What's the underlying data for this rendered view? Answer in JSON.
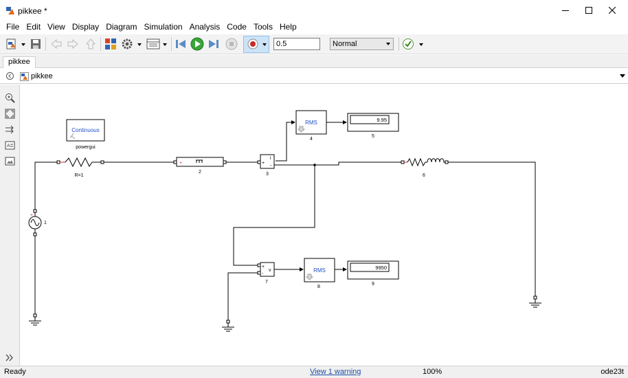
{
  "window": {
    "title": "pikkee *"
  },
  "menu": [
    "File",
    "Edit",
    "View",
    "Display",
    "Diagram",
    "Simulation",
    "Analysis",
    "Code",
    "Tools",
    "Help"
  ],
  "toolbar": {
    "stop_time": "0.5",
    "sim_mode": "Normal"
  },
  "tab": {
    "label": "pikkee"
  },
  "breadcrumb": {
    "label": "pikkee"
  },
  "diagram": {
    "powergui": {
      "text": "Continuous",
      "label": "powergui"
    },
    "resistor": {
      "label": "R=1"
    },
    "breaker": {
      "label": "2"
    },
    "current_meas": {
      "label": "3",
      "port": "i"
    },
    "rms_top": {
      "text": "RMS",
      "label": "4"
    },
    "display_top": {
      "value": "9.95",
      "label": "5"
    },
    "rl_branch": {
      "label": "6"
    },
    "source": {
      "label": "1"
    },
    "voltage_meas": {
      "label": "7",
      "port": "v"
    },
    "rms_bottom": {
      "text": "RMS",
      "label": "8"
    },
    "display_bottom": {
      "value": "9950",
      "label": "9"
    }
  },
  "status": {
    "ready": "Ready",
    "warning": "View 1 warning",
    "zoom": "100%",
    "solver": "ode23t"
  }
}
